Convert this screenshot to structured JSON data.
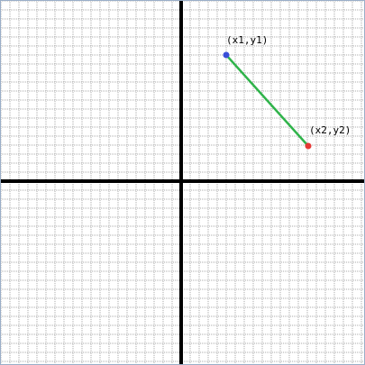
{
  "diagram": {
    "grid": true,
    "axes": true,
    "points": [
      {
        "id": "p1",
        "label": "(x1,y1)",
        "color": "#3a4fd8"
      },
      {
        "id": "p2",
        "label": "(x2,y2)",
        "color": "#e53935"
      }
    ],
    "segment": {
      "color": "#2fb34a"
    },
    "colors": {
      "background": "#ffffff",
      "grid": "#a9a9a9",
      "axis": "#000000",
      "frame": "#9aaec8"
    }
  }
}
